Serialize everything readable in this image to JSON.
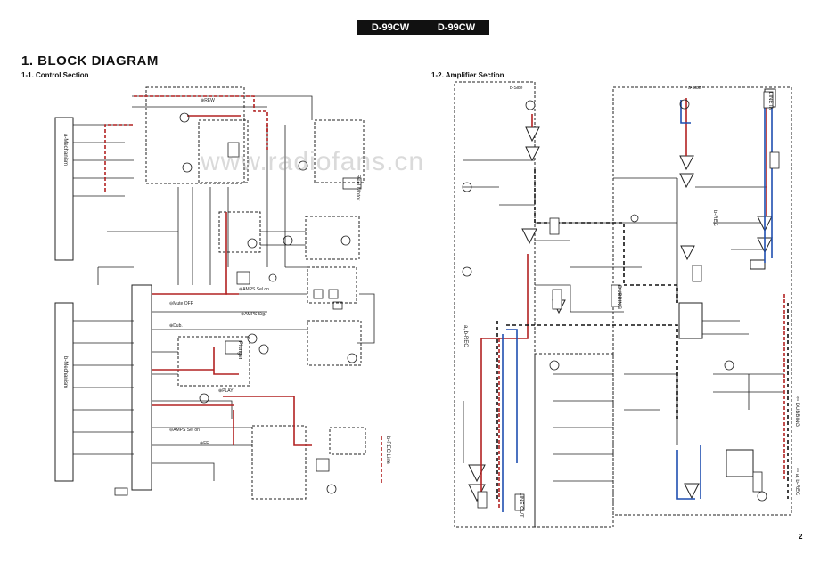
{
  "header": {
    "model_left": "D-99CW",
    "model_right": "D-99CW"
  },
  "title": "1.  BLOCK DIAGRAM",
  "sections": {
    "control": "1-1.  Control Section",
    "amplifier": "1-2.  Amplifier Section"
  },
  "watermark": "www.radiofans.cn",
  "page_number": "2",
  "control_labels": {
    "rew": "⊕REW",
    "play": "⊕PLAY",
    "ff": "⊕FF",
    "muteoff": "⊖Mute OFF",
    "amps": "⊕AMPS Sig.",
    "dub": "⊕Dub.",
    "amps_sel": "⊖AMPS Sel on",
    "amps_sel2": "⊕AMPS Sel on",
    "rec_line": "b-REC Line",
    "a_mech": "a-Mechanism",
    "b_mech": "b-Mechanism",
    "plunger": "Plunger",
    "motor": "Reel Motor"
  },
  "amp_labels": {
    "b_side": "b-Side",
    "a_side": "a-Side",
    "rec_b": "b-REC",
    "line_in": "LINE IN",
    "line_out": "LINE OUT",
    "dubbing": "DUBBING",
    "ab_rec": "a, b-REC",
    "legend": "⇦ a, b-REC",
    "dubbing_legend": "⇦ DUBBING"
  }
}
